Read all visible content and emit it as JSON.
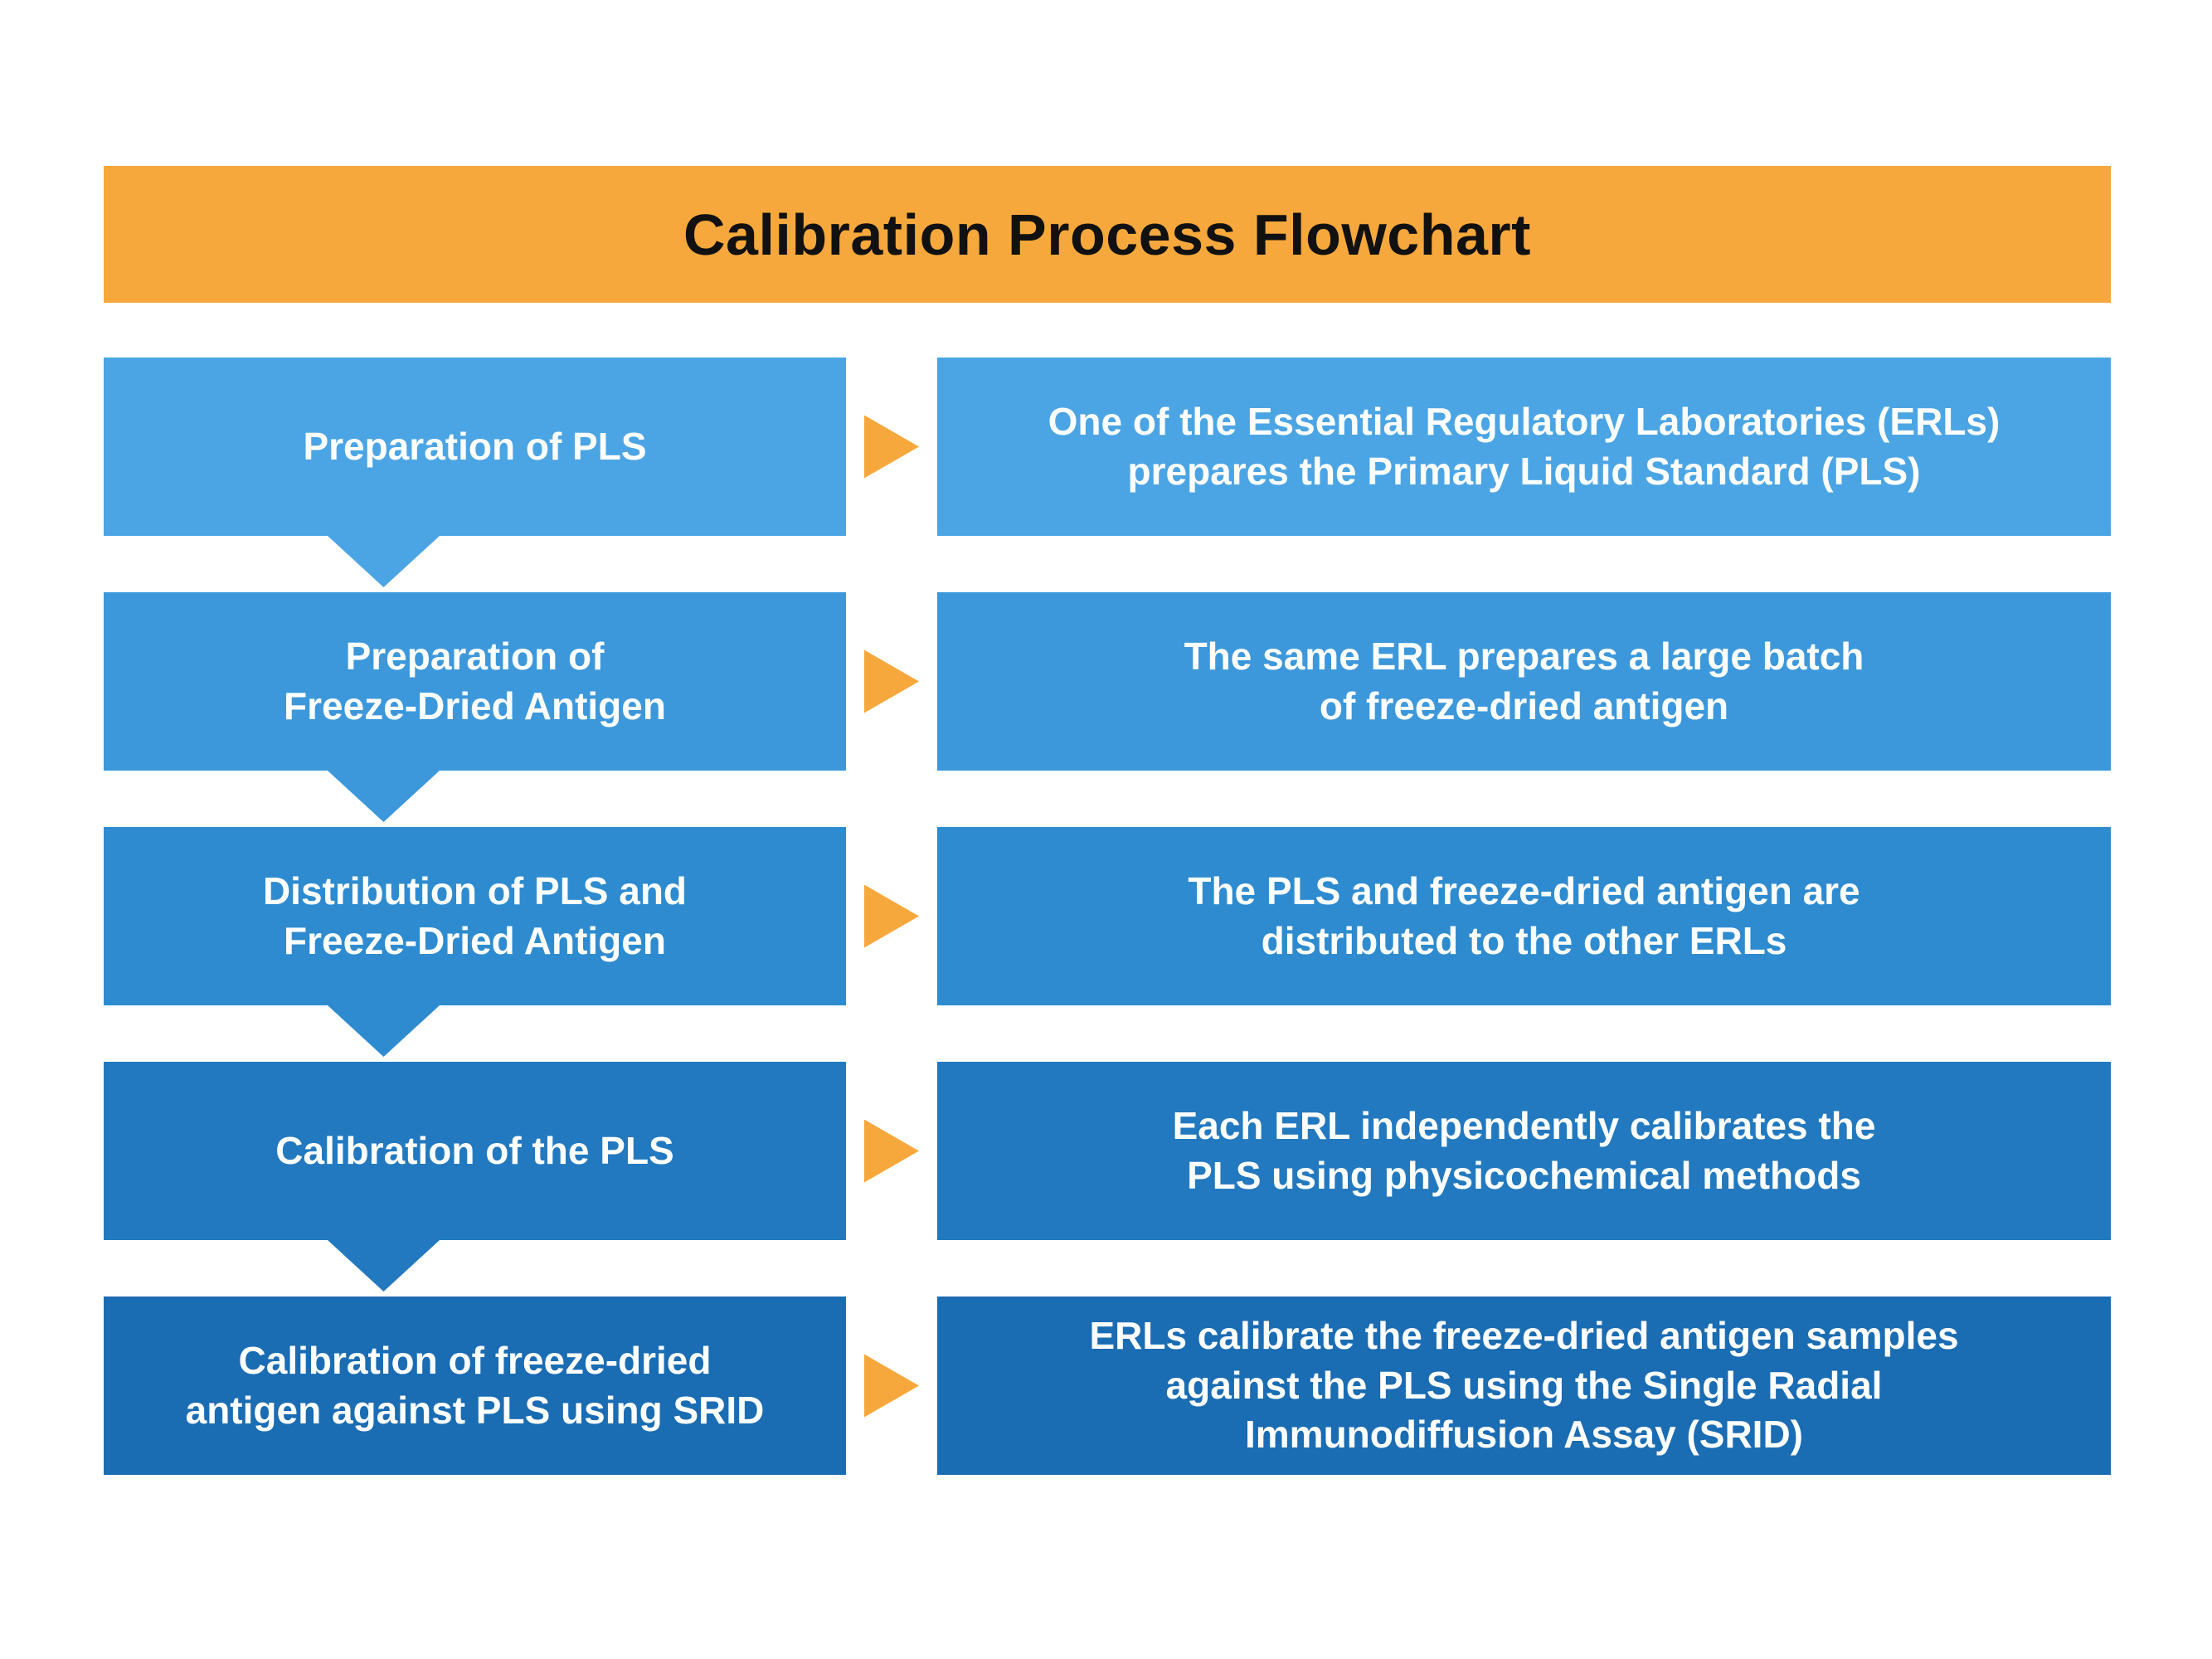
{
  "title": "Calibration Process Flowchart",
  "colors": {
    "header_bg": "#F6A83C",
    "arrow": "#F6A83C",
    "page_bg": "#FFFFFF",
    "text_on_blue": "#FFFFFF",
    "title_text": "#111111"
  },
  "steps": [
    {
      "label": "Preparation of PLS",
      "description": "One of the Essential Regulatory Laboratories (ERLs)\nprepares the Primary Liquid Standard (PLS)",
      "color": "#4BA5E4"
    },
    {
      "label": "Preparation of\nFreeze-Dried Antigen",
      "description": "The same ERL prepares a large batch\nof freeze-dried antigen",
      "color": "#3C98DB"
    },
    {
      "label": "Distribution of PLS and\nFreeze-Dried Antigen",
      "description": "The PLS and freeze-dried antigen are\ndistributed to the other ERLs",
      "color": "#2E8BCF"
    },
    {
      "label": "Calibration of the PLS",
      "description": "Each ERL independently calibrates the\nPLS using physicochemical methods",
      "color": "#2279BF"
    },
    {
      "label": "Calibration of freeze-dried\nantigen against PLS using SRID",
      "description": "ERLs calibrate the freeze-dried antigen samples\nagainst the PLS using the Single Radial\nImmunodiffusion Assay (SRID)",
      "color": "#1A6CB3"
    }
  ]
}
